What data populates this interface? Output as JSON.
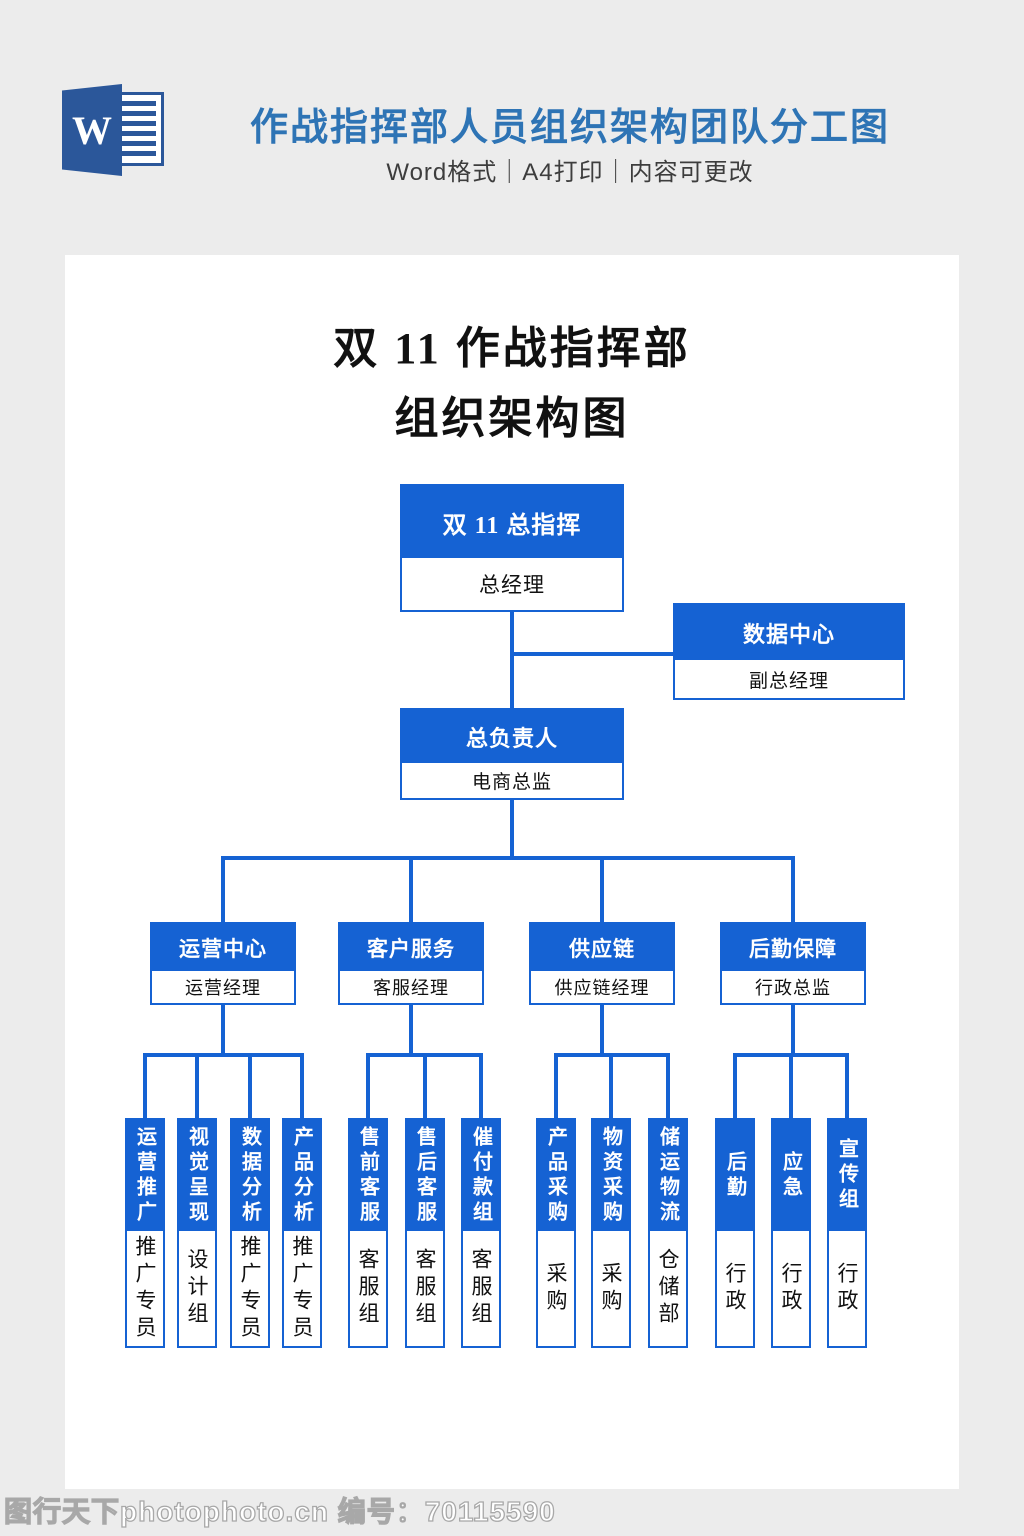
{
  "banner": {
    "title": "作战指挥部人员组织架构团队分工图",
    "subtitle": "Word格式｜A4打印｜内容可更改",
    "word_icon_letter": "W"
  },
  "document": {
    "title_line1": "双 11 作战指挥部",
    "title_line2": "组织架构图"
  },
  "chart": {
    "root": {
      "title": "双 11 总指挥",
      "subtitle": "总经理"
    },
    "staff": {
      "title": "数据中心",
      "subtitle": "副总经理"
    },
    "lead": {
      "title": "总负责人",
      "subtitle": "电商总监"
    },
    "departments": [
      {
        "title": "运营中心",
        "subtitle": "运营经理",
        "teams": [
          {
            "title": "运营推广",
            "subtitle": "推广专员"
          },
          {
            "title": "视觉呈现",
            "subtitle": "设计组"
          },
          {
            "title": "数据分析",
            "subtitle": "推广专员"
          },
          {
            "title": "产品分析",
            "subtitle": "推广专员"
          }
        ]
      },
      {
        "title": "客户服务",
        "subtitle": "客服经理",
        "teams": [
          {
            "title": "售前客服",
            "subtitle": "客服组"
          },
          {
            "title": "售后客服",
            "subtitle": "客服组"
          },
          {
            "title": "催付款组",
            "subtitle": "客服组"
          }
        ]
      },
      {
        "title": "供应链",
        "subtitle": "供应链经理",
        "teams": [
          {
            "title": "产品采购",
            "subtitle": "采购"
          },
          {
            "title": "物资采购",
            "subtitle": "采购"
          },
          {
            "title": "储运物流",
            "subtitle": "仓储部"
          }
        ]
      },
      {
        "title": "后勤保障",
        "subtitle": "行政总监",
        "teams": [
          {
            "title": "后勤",
            "subtitle": "行政"
          },
          {
            "title": "应急",
            "subtitle": "行政"
          },
          {
            "title": "宣传组",
            "subtitle": "行政"
          }
        ]
      }
    ]
  },
  "footer": {
    "watermark": "图行天下photophoto.cn 编号：70115590"
  },
  "colors": {
    "page_background": "#ececec",
    "chart_blue": "#1562d3",
    "banner_title_blue": "#2e74b5",
    "word_icon_blue": "#2b579a",
    "sheet_white": "#ffffff"
  }
}
